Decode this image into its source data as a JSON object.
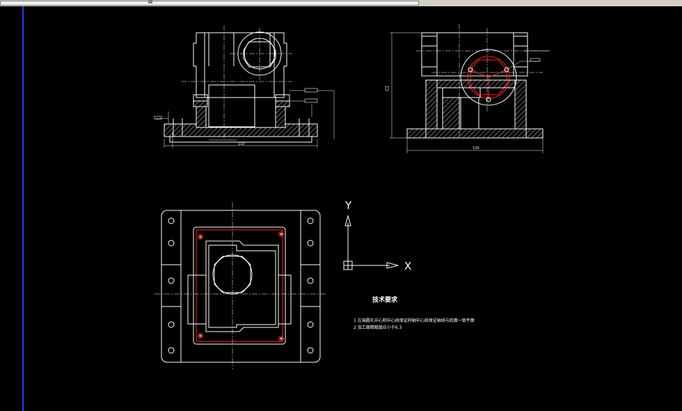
{
  "colors": {
    "background": "#000000",
    "linework": "#ffffff",
    "highlight": "#ff2020",
    "viewport_border": "#2a3cff",
    "ui_chrome": "#d4d0c8"
  },
  "front_view": {
    "overall_width_label": "110"
  },
  "side_view": {
    "overall_width_label": "120"
  },
  "ucs_icon": {
    "y_label": "Y",
    "x_label": "X"
  },
  "technical_requirements": {
    "title": "技术要求",
    "lines": [
      "1 左端圆孔中心和中心线保证同轴中心线保证轴线与底面一致平面",
      "2 加工面精糙度应小于6.3"
    ]
  },
  "icons": {
    "ucs": "ucs-axis-icon",
    "scroll": "scroll-thumb-icon"
  }
}
